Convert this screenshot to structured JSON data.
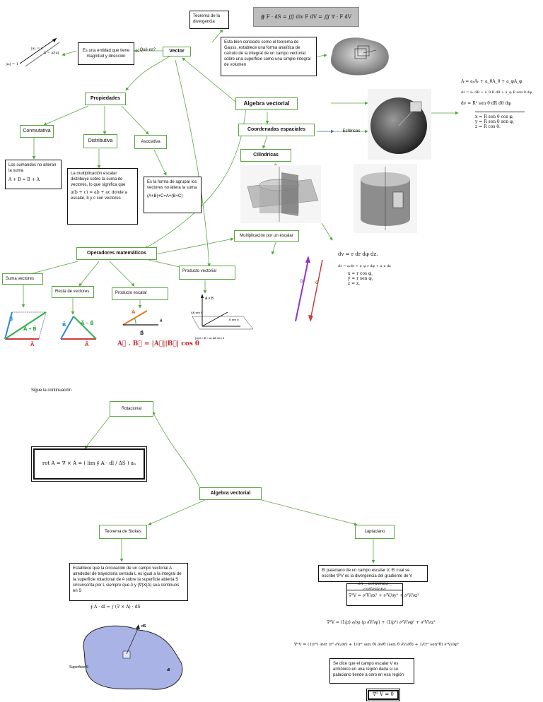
{
  "page1": {
    "divergence_title": "Teorema de la divergencia",
    "divergence_formula": "∯ F · dS = ∭ div F dV = ∭ ∇ · F dV",
    "divergence_desc": "Esta bien conocido como el teorema de Gauss, establece una forma analítica de calculo de la integral de un campo vectorial sobre una superficie como una simple integral de volumen",
    "vector_def": "Es una entidad que tiene magnitud y dirección",
    "que_es": "¿Qué es?",
    "vector_title": "Vector",
    "properties_title": "Propiedades",
    "algebra_title": "Algebra vectorial",
    "commutative_title": "Conmutativa",
    "commutative_desc": "Los sumandos no alteran la suma",
    "commutative_formula": "A + B = B + A",
    "distributive_title": "Distributiva",
    "distributive_desc": "La multiplicación escalar distribuye sobre la suma de vectores, lo que significa que",
    "distributive_formula": "a(b + c) = ab + ac",
    "distributive_desc2": "donde a escalar, b y c son vectores",
    "associative_title": "Asociativa",
    "associative_desc": "Es la forma de agrupar los vectores no altera la suma",
    "associative_formula": "(A+B)+C=A+(B+C)",
    "spatial_coords": "Coordenadas espaciales",
    "spherical": "Esféricas",
    "cylindrical": "Cilíndricas",
    "scalar_mult": "Multiplicación por un escalar",
    "math_ops": "Operadores matemáticos",
    "vector_sum": "Suma vectores",
    "vector_sub": "Resta de vectores",
    "dot_product": "Producto escalar",
    "cross_product": "Producto vectorial",
    "dot_formula": "A⃗ . B⃗ = |A⃗||B⃗| cos θ",
    "spherical_formulas": [
      "A = aᵣAᵣ + a_θA_θ + a_φA_φ",
      "dℓ = aᵣ dR + a_θ R dθ + a_φ R sen θ dφ",
      "dv = R² sen θ dR dθ dφ",
      "x = R sen θ cos φ,",
      "y = R sen θ sen φ,",
      "z = R cos θ."
    ],
    "cylindrical_formulas": [
      "dv = r dr dφ dz.",
      "dℓ = aᵣdr + a_φ r dφ + a_z dz",
      "x = r cos φ,",
      "y = r sen φ,",
      "z = z."
    ]
  },
  "page2": {
    "continue_label": "Sigue la continuación",
    "rotational_title": "Rotacional",
    "rot_formula": "rot A = ∇ × A = ( lim ∮ A · dl / ΔS ) aₙ",
    "algebra_title": "Algebra vectorial",
    "stokes_title": "Teorema de Stokes",
    "stokes_desc": "Establece que la circulación de un campo vectorial A alrededor de trayectoria cerrada L es igual a la integral de la superficie rotacional de A sobre la superficie abierta S circunscrita por L siempre que A y (∇)X(A) sea continuos en S",
    "stokes_formula": "∮ A · dl = ∫ (∇ × A) · dS",
    "surface_label": "Superficie S",
    "laplacian_title": "Laplaciano",
    "laplacian_desc": "El palaciano de un campo escalar V, El cual se escribe ∇²V es la divergencia del gradiente de V",
    "laplacian_cart_label": "en _ cordenda _ cartesiana",
    "laplacian_cart": "∇²V = ∂²V/∂x² + ∂²V/∂y² + ∂²V/∂z²",
    "laplacian_cyl": "∇²V = (1/ρ) ∂/∂ρ (ρ ∂V/∂ρ) + (1/ρ²) ∂²V/∂φ² + ∂²V/∂z²",
    "laplacian_sph": "∇²V = (1/r²) ∂/∂r (r² ∂V/∂r) + 1/(r² sen θ) ∂/∂θ (sen θ ∂V/∂θ) + 1/(r² sen²θ) ∂²V/∂φ²",
    "harmonic_desc": "Se dice que el campo escalar V es armónico en una región dada si su palaciano tiende a cero en esa región",
    "harmonic_formula": "∇² V = 0"
  }
}
